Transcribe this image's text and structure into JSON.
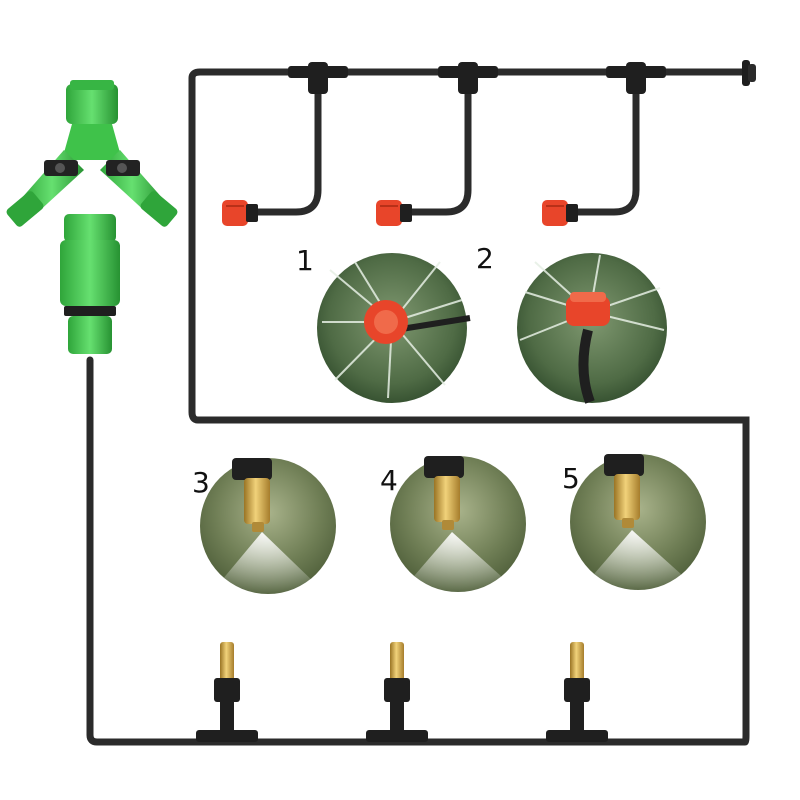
{
  "labels": {
    "n1": "1",
    "n2": "2",
    "n3": "3",
    "n4": "4",
    "n5": "5"
  },
  "colors": {
    "background": "#ffffff",
    "hose": "#2b2b2b",
    "connector_green": "#3fc24a",
    "connector_dark_green": "#1f8a2c",
    "dripper_red": "#e8452a",
    "brass": "#c9a24a",
    "photo_green": "#56734a",
    "text": "#111111"
  },
  "components": {
    "splitter": "two-way-hose-splitter",
    "drippers": [
      "red-dripper",
      "red-dripper",
      "red-dripper"
    ],
    "misting_nozzles": [
      "brass-nozzle",
      "brass-nozzle",
      "brass-nozzle"
    ],
    "detail_photos": [
      "dripper-spray-1",
      "dripper-spray-2",
      "nozzle-mist-3",
      "nozzle-mist-4",
      "nozzle-mist-5"
    ]
  }
}
